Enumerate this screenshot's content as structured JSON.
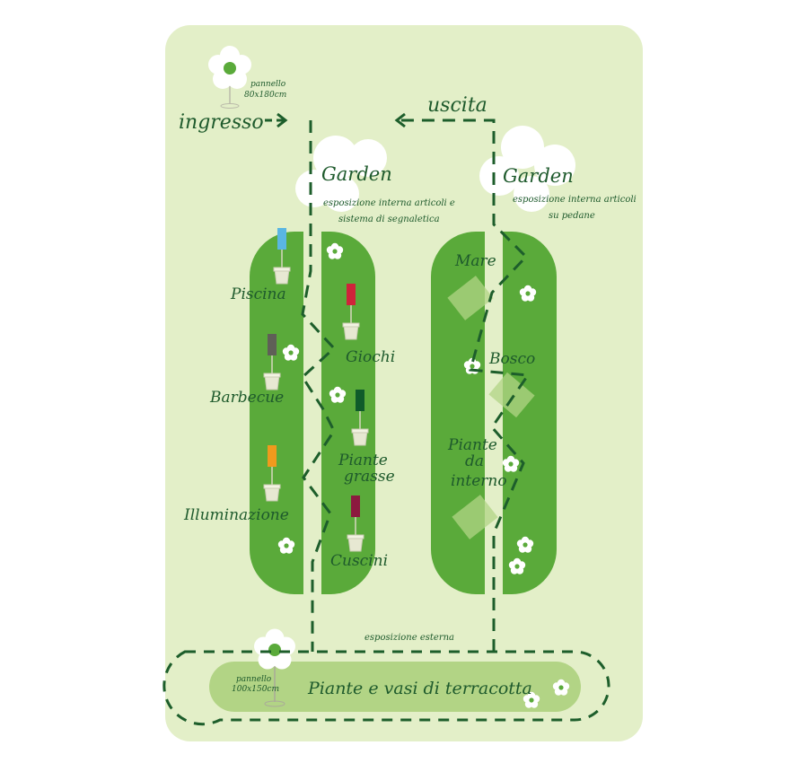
{
  "labels": {
    "ingresso": "ingresso",
    "uscita": "uscita",
    "pannello_small": "pannello",
    "pannello_small_size": "80x180cm",
    "garden_left_title": "Garden",
    "garden_left_line1": "esposizione interna articoli e",
    "garden_left_line2": "sistema di segnaletica",
    "garden_right_title": "Garden",
    "garden_right_line1": "esposizione interna articoli",
    "garden_right_line2": "su pedane",
    "piscina": "Piscina",
    "barbecue": "Barbecue",
    "illuminazione": "Illuminazione",
    "giochi": "Giochi",
    "piante_grasse_1": "Piante",
    "piante_grasse_2": "grasse",
    "cuscini": "Cuscini",
    "mare": "Mare",
    "bosco": "Bosco",
    "piante_interno_1": "Piante",
    "piante_interno_2": "da",
    "piante_interno_3": "interno",
    "esposizione_esterna": "esposizione esterna",
    "pannello_big": "pannello",
    "pannello_big_size": "100x150cm",
    "terracotta": "Piante e vasi di terracotta"
  },
  "colors": {
    "background": "#e3efc8",
    "bed": "#5aaa3a",
    "bar": "#b2d485",
    "path": "#1d5e2b",
    "text": "#1e5a2c",
    "sign_blue": "#5ab6e2",
    "sign_red": "#d0233a",
    "sign_grey": "#5f5f57",
    "sign_darkgreen": "#0f5b2a",
    "sign_orange": "#ef9a1d",
    "sign_maroon": "#8c1a3f"
  }
}
